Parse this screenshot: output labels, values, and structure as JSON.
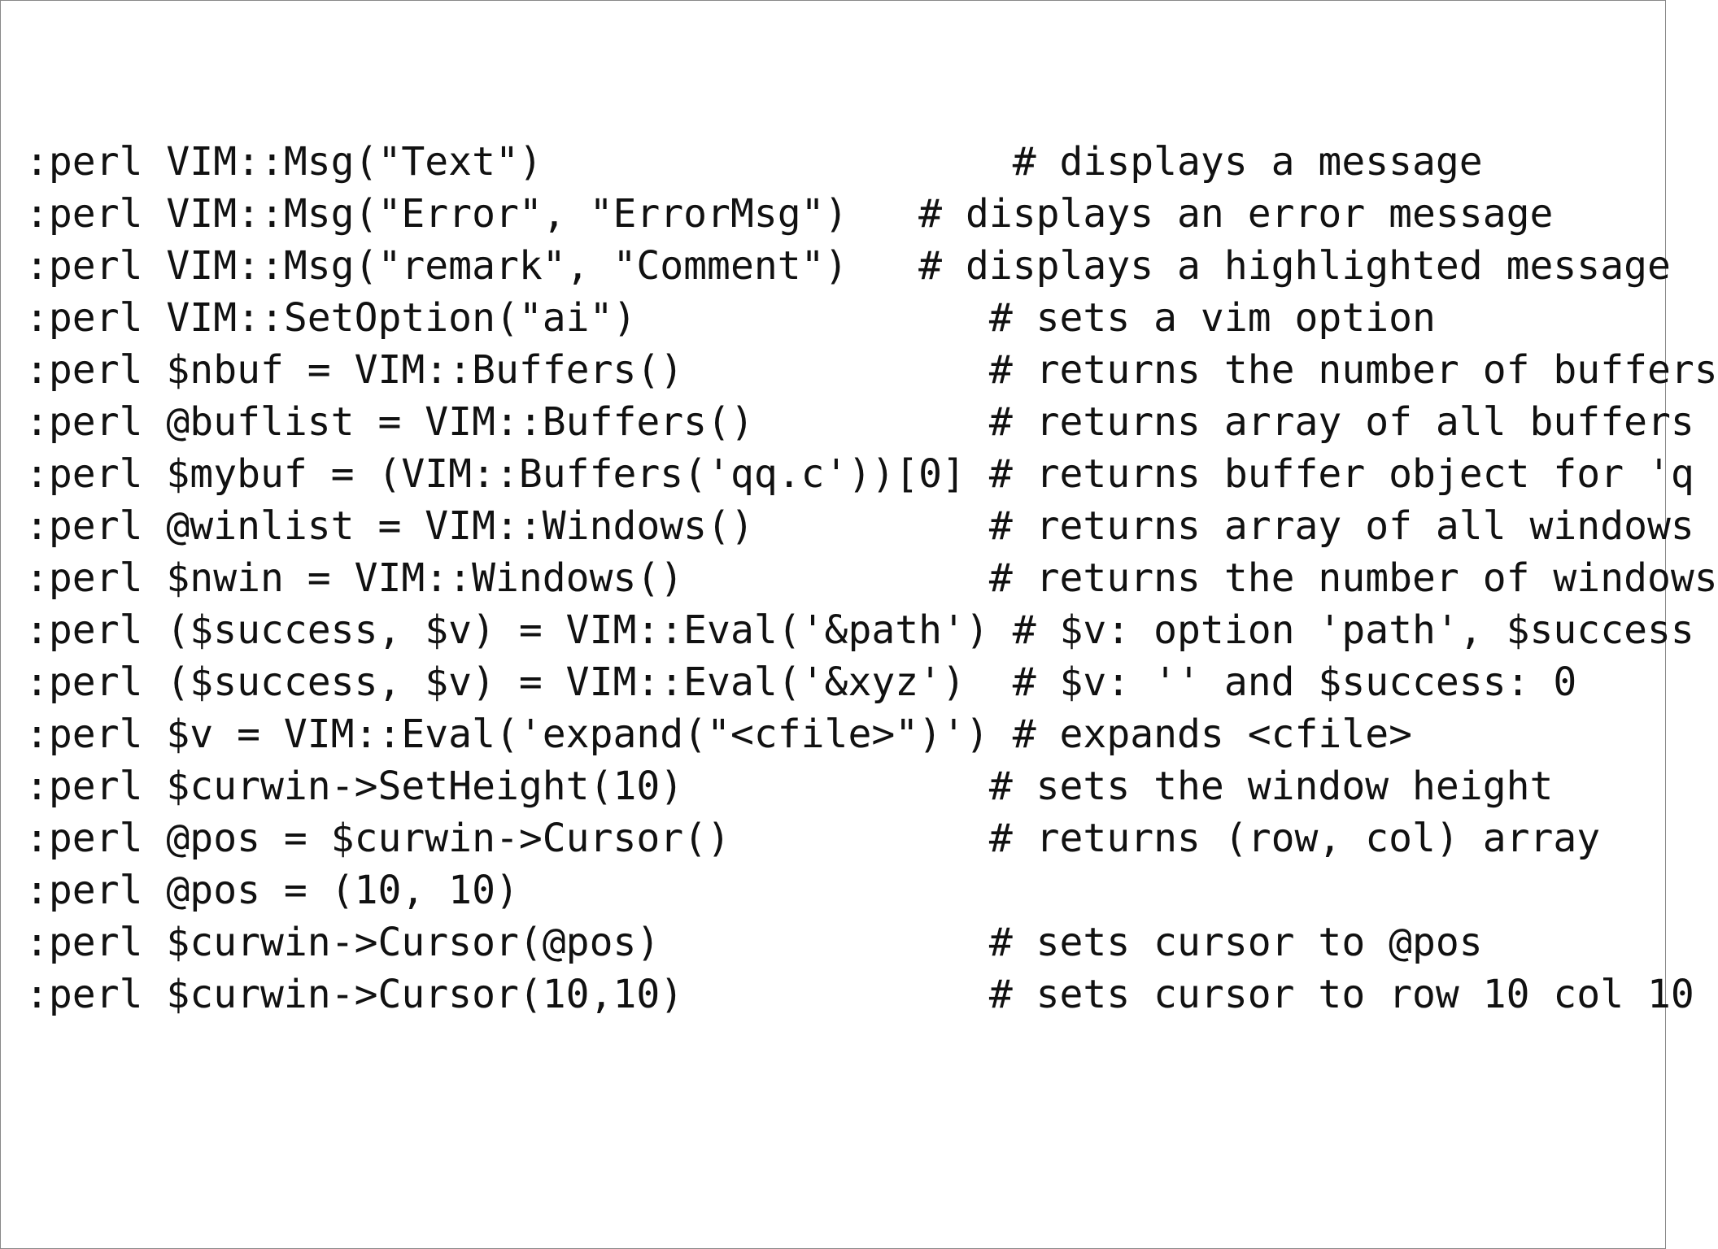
{
  "lines": [
    ":perl VIM::Msg(\"Text\")                    # displays a message",
    ":perl VIM::Msg(\"Error\", \"ErrorMsg\")   # displays an error message",
    ":perl VIM::Msg(\"remark\", \"Comment\")   # displays a highlighted message",
    ":perl VIM::SetOption(\"ai\")               # sets a vim option",
    ":perl $nbuf = VIM::Buffers()             # returns the number of buffers",
    ":perl @buflist = VIM::Buffers()          # returns array of all buffers",
    ":perl $mybuf = (VIM::Buffers('qq.c'))[0] # returns buffer object for 'q",
    ":perl @winlist = VIM::Windows()          # returns array of all windows",
    ":perl $nwin = VIM::Windows()             # returns the number of windows",
    ":perl ($success, $v) = VIM::Eval('&path') # $v: option 'path', $success",
    ":perl ($success, $v) = VIM::Eval('&xyz')  # $v: '' and $success: 0",
    ":perl $v = VIM::Eval('expand(\"<cfile>\")') # expands <cfile>",
    ":perl $curwin->SetHeight(10)             # sets the window height",
    ":perl @pos = $curwin->Cursor()           # returns (row, col) array",
    ":perl @pos = (10, 10)",
    ":perl $curwin->Cursor(@pos)              # sets cursor to @pos",
    ":perl $curwin->Cursor(10,10)             # sets cursor to row 10 col 10"
  ],
  "colors": {
    "background": "#ffffff",
    "text": "#111111",
    "border": "#888888"
  }
}
